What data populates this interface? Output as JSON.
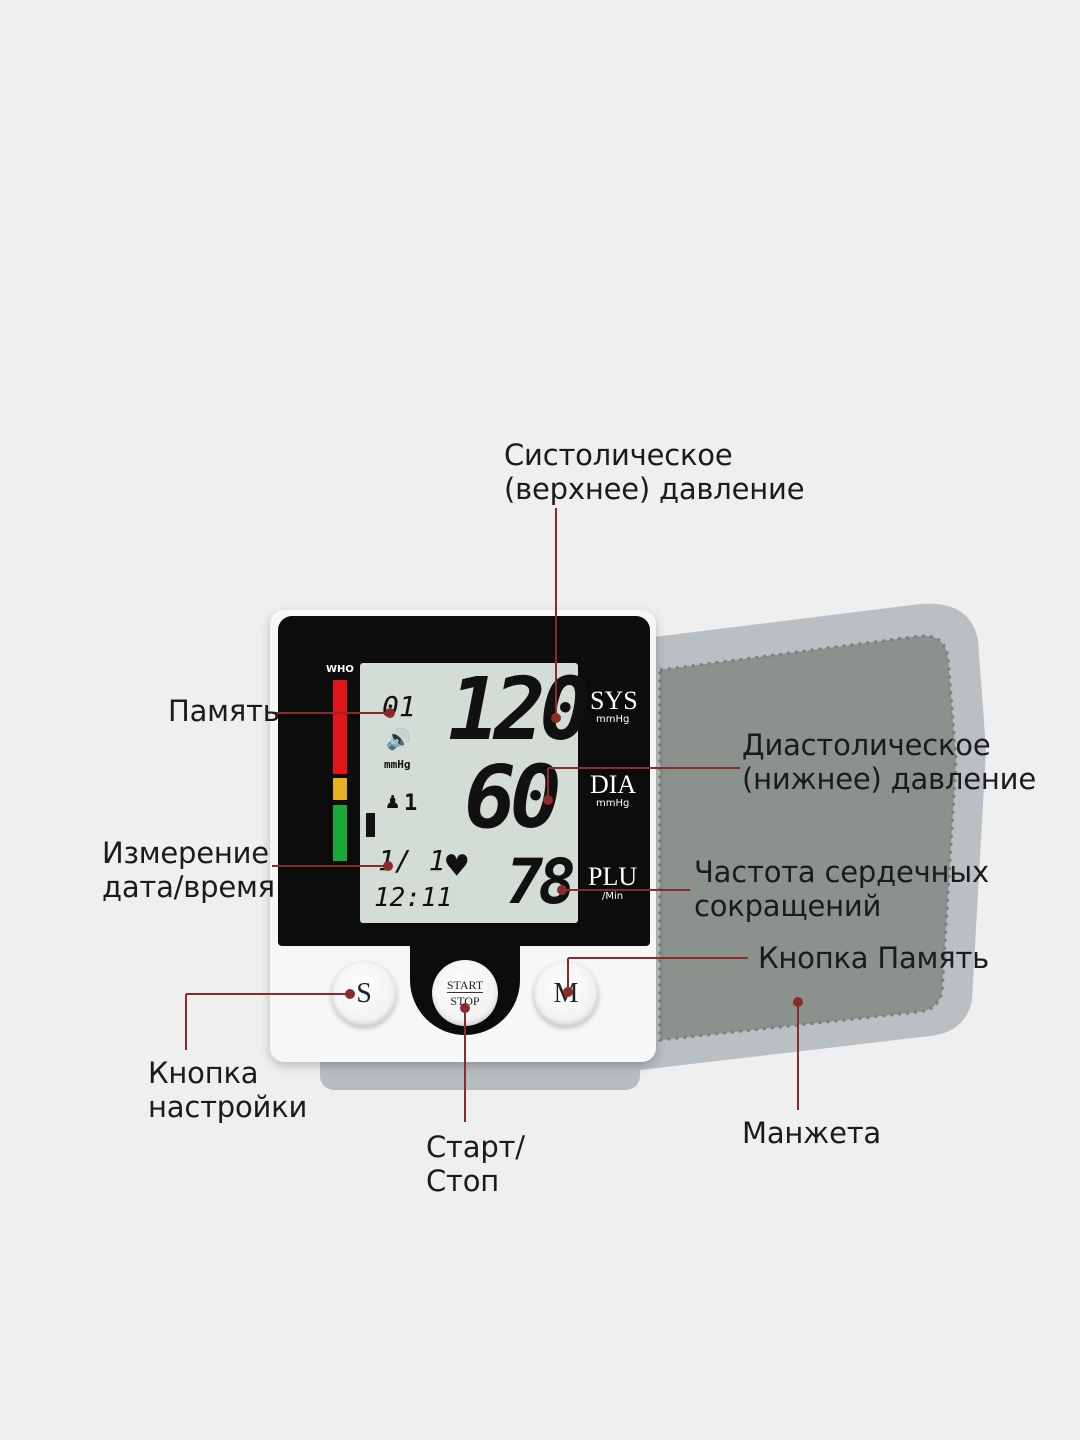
{
  "display": {
    "who_label": "WHO",
    "memory_index": "01",
    "unit_small": "mmHg",
    "user_index": "1",
    "date": "1/ 1",
    "time": "12:11",
    "sys_value": "120",
    "dia_value": "60",
    "pulse_value": "78",
    "sys_label": "SYS",
    "sys_unit": "mmHg",
    "dia_label": "DIA",
    "dia_unit": "mmHg",
    "plu_label": "PLU",
    "plu_unit": "/Min"
  },
  "buttons": {
    "s_label": "S",
    "start_label": "START",
    "stop_label": "STOP",
    "m_label": "M"
  },
  "callouts": {
    "systolic": [
      "Систолическое",
      "(верхнее) давление"
    ],
    "diastolic": [
      "Диастолическое",
      "(нижнее) давление"
    ],
    "memory": "Память",
    "measurement": [
      "Измерение",
      "дата/время"
    ],
    "pulse": [
      "Частота сердечных",
      "сокращений"
    ],
    "memory_button": "Кнопка Память",
    "settings_button": [
      "Кнопка",
      "настройки"
    ],
    "start_stop": [
      "Старт/",
      "Стоп"
    ],
    "cuff": "Манжета"
  },
  "colors": {
    "leader_line": "#8c2b2b",
    "indicator_red": "#e0141a",
    "indicator_yellow": "#e8b020",
    "indicator_green": "#19a83a",
    "lcd_bg": "#d4dcd6",
    "device_black": "#0c0c0c",
    "cuff_felt": "#8a908c"
  }
}
